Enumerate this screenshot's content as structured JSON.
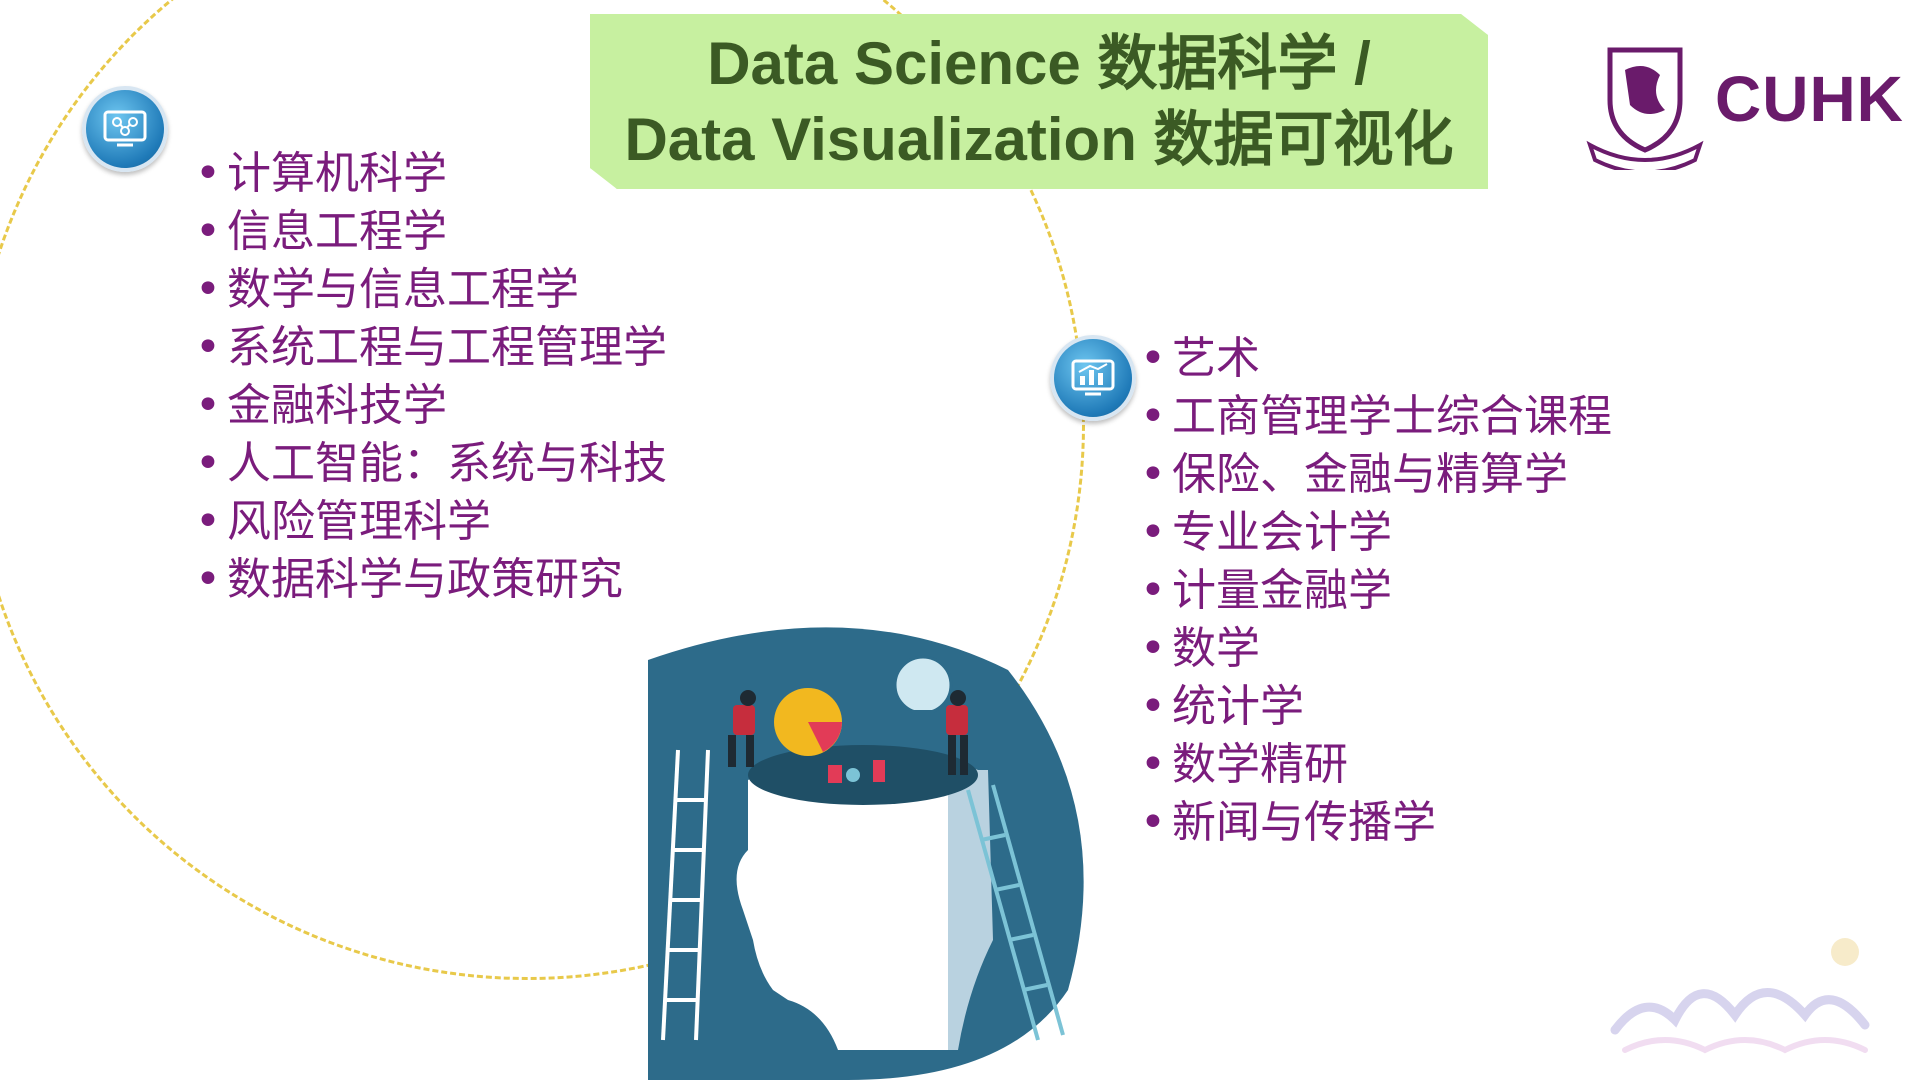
{
  "title": {
    "line1": "Data Science 数据科学 /",
    "line2": "Data Visualization 数据可视化"
  },
  "logo": {
    "text": "CUHK"
  },
  "left_list": {
    "items": [
      "计算机科学",
      "信息工程学",
      "数学与信息工程学",
      "系统工程与工程管理学",
      "金融科技学",
      "人工智能：系统与科技",
      "风险管理科学",
      "数据科学与政策研究"
    ]
  },
  "right_list": {
    "items": [
      "艺术",
      "工商管理学士综合课程",
      "保险、金融与精算学",
      "专业会计学",
      "计量金融学",
      "数学",
      "统计学",
      "数学精研",
      "新闻与传播学"
    ]
  },
  "icons": {
    "left": "network-monitor-icon",
    "right": "chart-monitor-icon"
  },
  "colors": {
    "text": "#7a1c7c",
    "banner": "#c7f0a0",
    "banner_text": "#3b5a24",
    "circle": "#e8c94a",
    "logo": "#6a1b6b"
  }
}
